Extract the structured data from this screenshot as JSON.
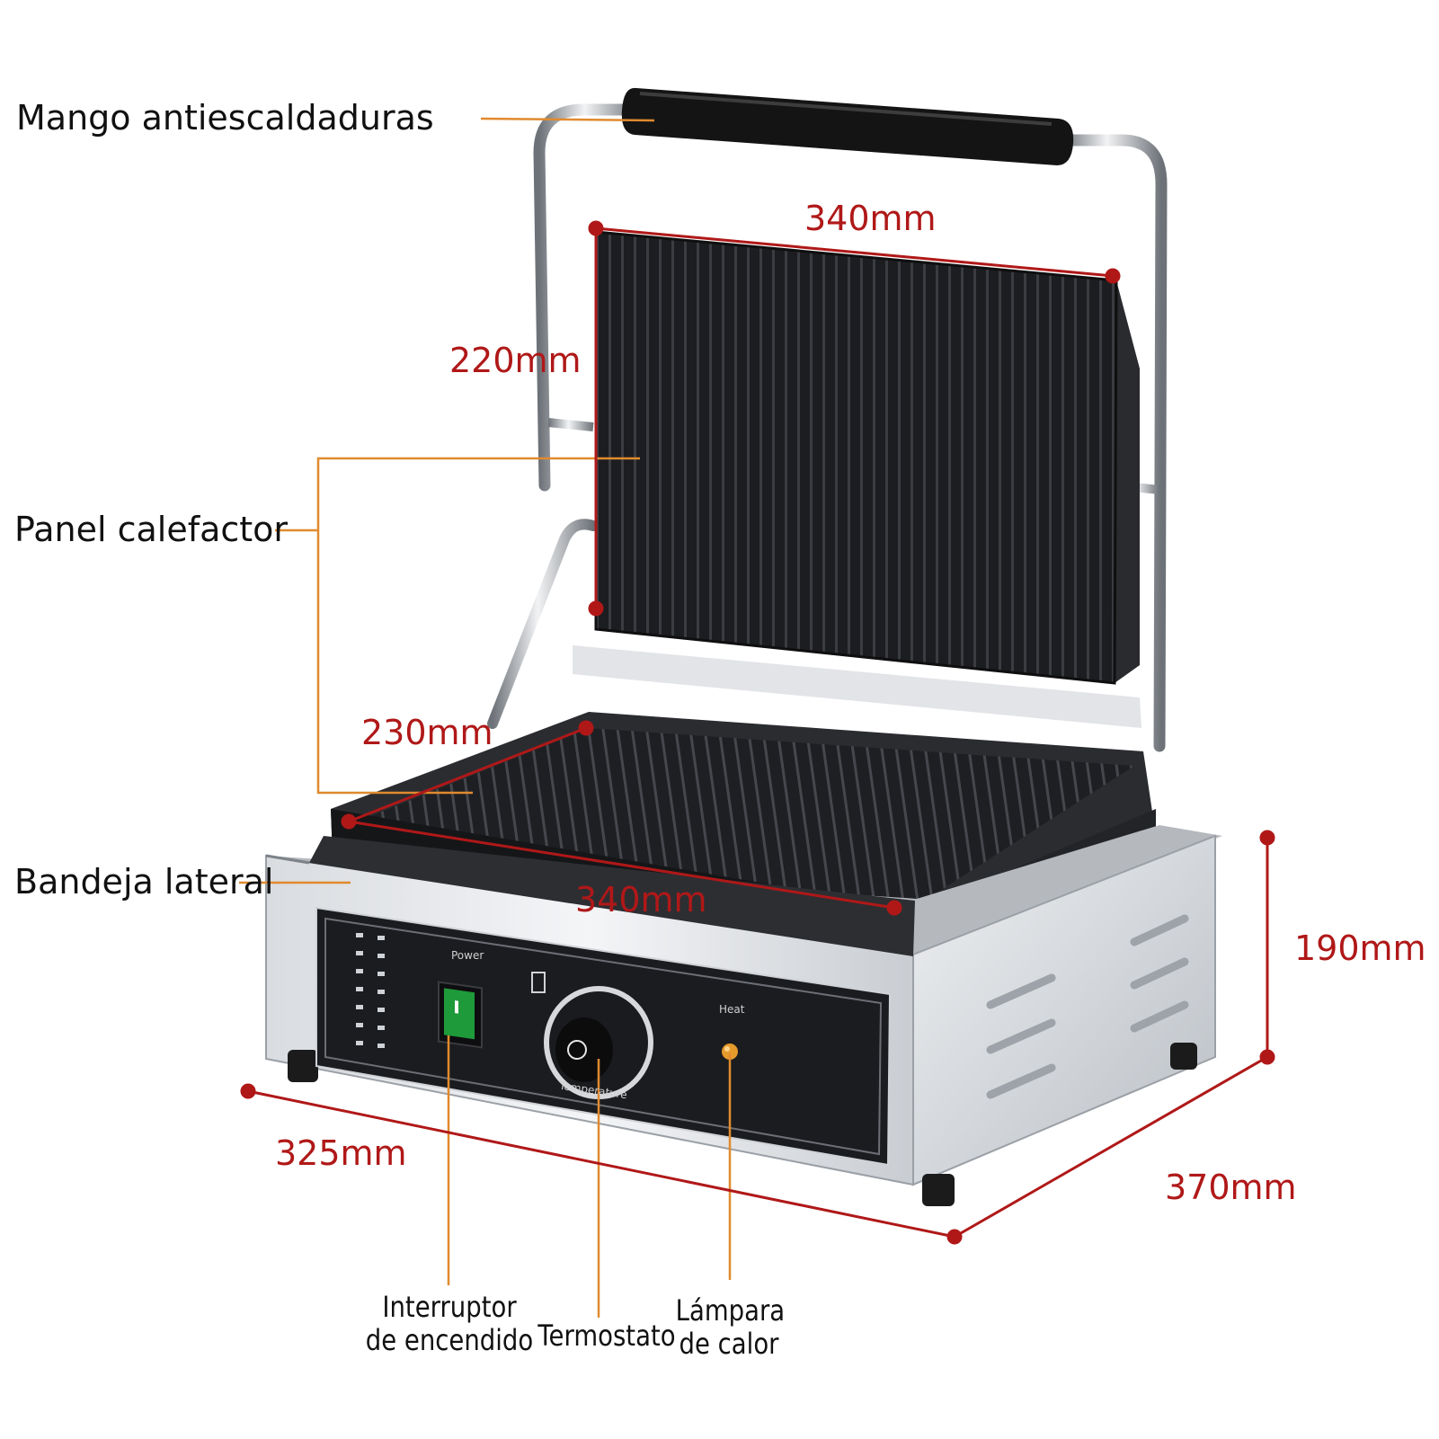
{
  "colors": {
    "dimension": "#b01818",
    "callout_line": "#e08a2e",
    "steel_light": "#e9ebee",
    "steel_dark": "#8e949b",
    "plate": "#1e1f22",
    "handle": "#141414",
    "control_panel": "#1b1c1f",
    "switch": "#1f9a3a",
    "lamp": "#e59a2c"
  },
  "callouts": {
    "handle": "Mango antiescaldaduras",
    "heating_panel": "Panel calefactor",
    "side_tray": "Bandeja lateral",
    "power_switch_line1": "Interruptor",
    "power_switch_line2": "de encendido",
    "thermostat": "Termostato",
    "heat_lamp_line1": "Lámpara",
    "heat_lamp_line2": "de calor"
  },
  "dimensions": {
    "top_plate_width": "340mm",
    "top_plate_height": "220mm",
    "bottom_plate_depth": "230mm",
    "bottom_plate_width": "340mm",
    "body_height": "190mm",
    "body_width": "325mm",
    "body_depth": "370mm"
  },
  "panel_labels": {
    "power": "Power",
    "heat": "Heat",
    "temperature": "Temperature"
  },
  "icons": [
    "grill-handle-icon",
    "power-switch-icon",
    "thermostat-knob-icon",
    "heat-lamp-icon"
  ]
}
